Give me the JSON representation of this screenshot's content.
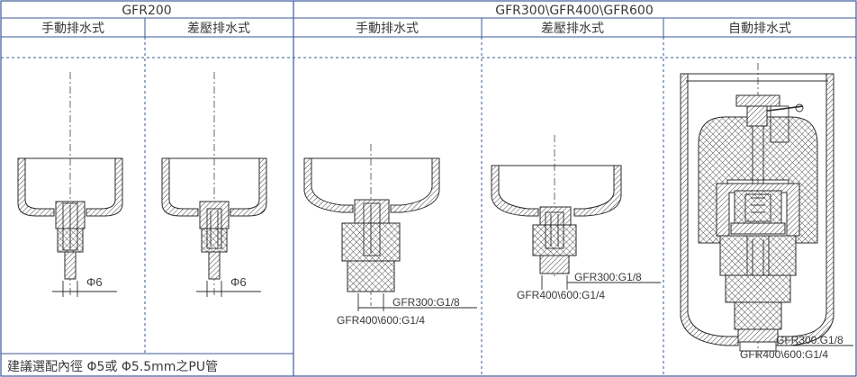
{
  "table": {
    "group_gfr200": "GFR200",
    "group_gfr300_600": "GFR300\\GFR400\\GFR600",
    "col_manual_1": "手動排水式",
    "col_diff_1": "差壓排水式",
    "col_manual_2": "手動排水式",
    "col_diff_2": "差壓排水式",
    "col_auto": "自動排水式",
    "note": "建議選配內徑 Φ5或 Φ5.5mm之PU管"
  },
  "drawings": {
    "d1_dim": "Φ6",
    "d2_dim": "Φ6",
    "d3_thread_a": "GFR300:G1/8",
    "d3_thread_b": "GFR400\\600:G1/4",
    "d4_thread_a": "GFR300:G1/8",
    "d4_thread_b": "GFR400\\600:G1/4",
    "d5_thread_a": "GFR300:G1/8",
    "d5_thread_b": "GFR400\\600:G1/4"
  },
  "colors": {
    "border": "#3a5a9a",
    "dash": "#3a5a9a",
    "ink": "#2b2b2b"
  }
}
